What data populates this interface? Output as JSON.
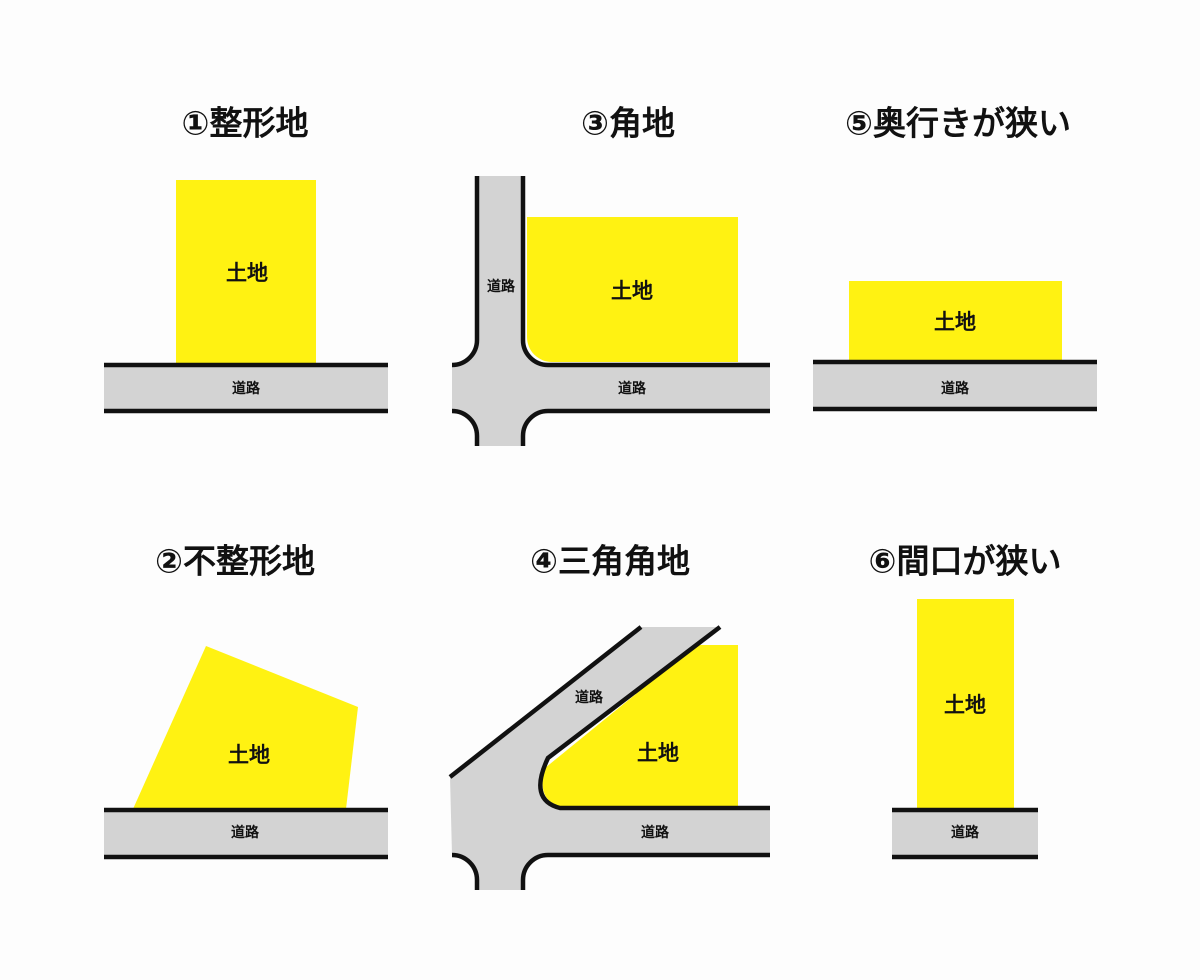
{
  "colors": {
    "land": "#fff212",
    "road": "#d3d3d3",
    "edge": "#111111",
    "background": "#fdfdfd"
  },
  "panels": [
    {
      "title": "①整形地",
      "land_label": "土地",
      "road_labels": [
        "道路"
      ]
    },
    {
      "title": "②不整形地",
      "land_label": "土地",
      "road_labels": [
        "道路"
      ]
    },
    {
      "title": "③角地",
      "land_label": "土地",
      "road_labels": [
        "道路",
        "道路"
      ]
    },
    {
      "title": "④三角角地",
      "land_label": "土地",
      "road_labels": [
        "道路",
        "道路"
      ]
    },
    {
      "title": "⑤奥行きが狭い",
      "land_label": "土地",
      "road_labels": [
        "道路"
      ]
    },
    {
      "title": "⑥間口が狭い",
      "land_label": "土地",
      "road_labels": [
        "道路"
      ]
    }
  ]
}
